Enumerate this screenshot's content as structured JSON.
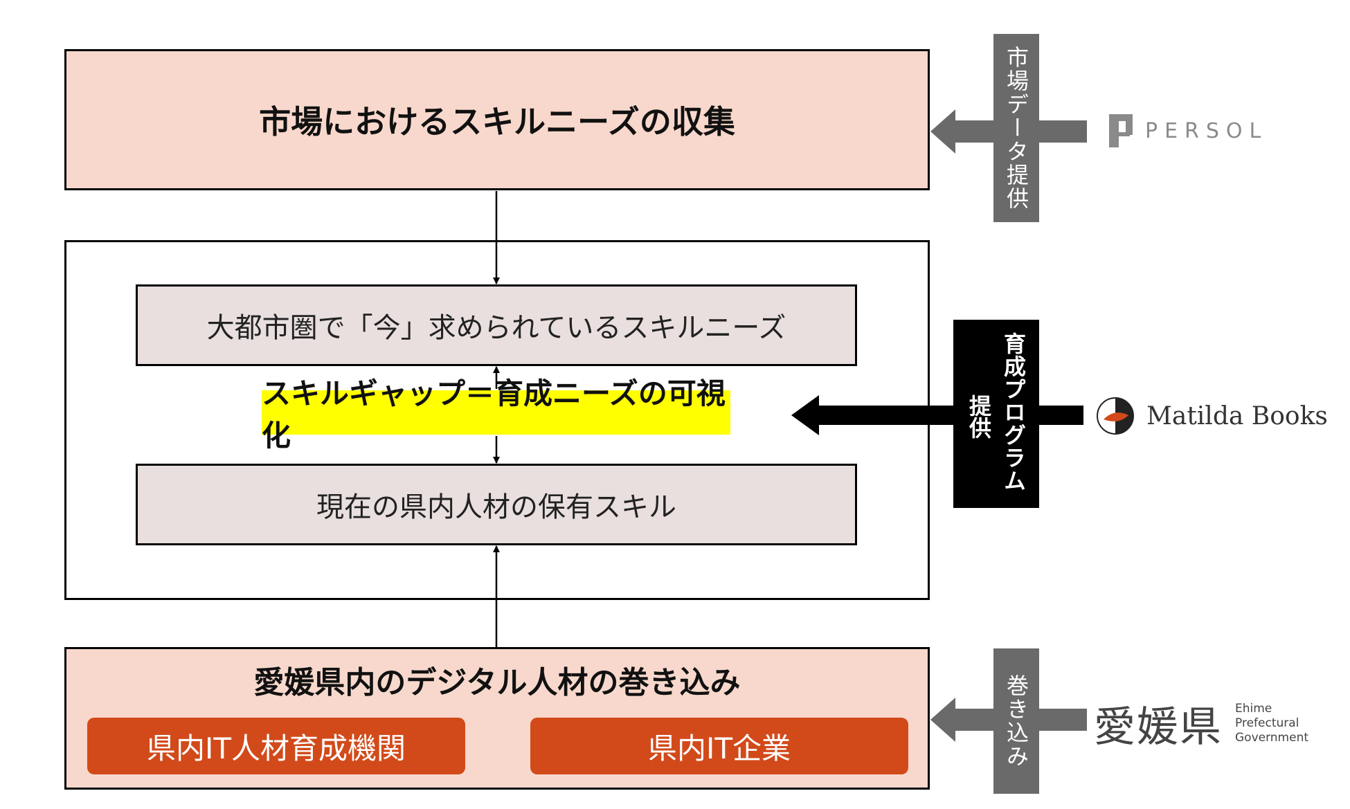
{
  "top_box": {
    "title": "市場におけるスキルニーズの収集"
  },
  "middle": {
    "upper_text": "大都市圏で「今」求められているスキルニーズ",
    "gap_text": "スキルギャップ＝育成ニーズの可視化",
    "lower_text": "現在の県内人材の保有スキル"
  },
  "bottom_box": {
    "title": "愛媛県内のデジタル人材の巻き込み",
    "org_left": "県内IT人材育成機関",
    "org_right": "県内IT企業"
  },
  "side_labels": {
    "market_data": "市場データ提供",
    "program_line1": "育成プログラム",
    "program_line2": "提供",
    "involve": "巻き込み"
  },
  "logos": {
    "persol": "PERSOL",
    "matilda": "Matilda Books",
    "ehime_main": "愛媛県",
    "ehime_en_1": "Ehime",
    "ehime_en_2": "Prefectural",
    "ehime_en_3": "Government"
  },
  "colors": {
    "pink_fill": "#f8d8cc",
    "gray_fill": "#e8dfde",
    "org_fill": "#d24a1a",
    "highlight": "#ffff00",
    "side_gray": "#6b6a6a"
  }
}
